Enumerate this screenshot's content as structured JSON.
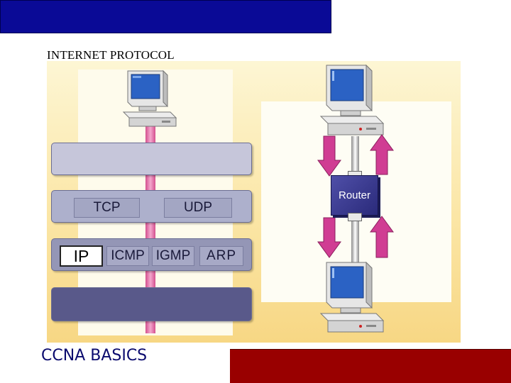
{
  "slide": {
    "title": "INTERNET PROTOCOL",
    "footer_title": "CCNA BASICS"
  },
  "stack": {
    "transport_protocols": [
      "TCP",
      "UDP"
    ],
    "internet_protocols": [
      "IP",
      "ICMP",
      "IGMP",
      "ARP"
    ]
  },
  "network_path": {
    "router_label": "Router"
  },
  "colors": {
    "top_banner": "#0a0a96",
    "bottom_banner": "#990000",
    "arrow": "#d03d93",
    "router": "#3a3a8c"
  },
  "icons": {
    "stack_host": "computer-icon",
    "top_host": "computer-icon",
    "bottom_host": "computer-icon",
    "arrows": "arrow-icon"
  }
}
